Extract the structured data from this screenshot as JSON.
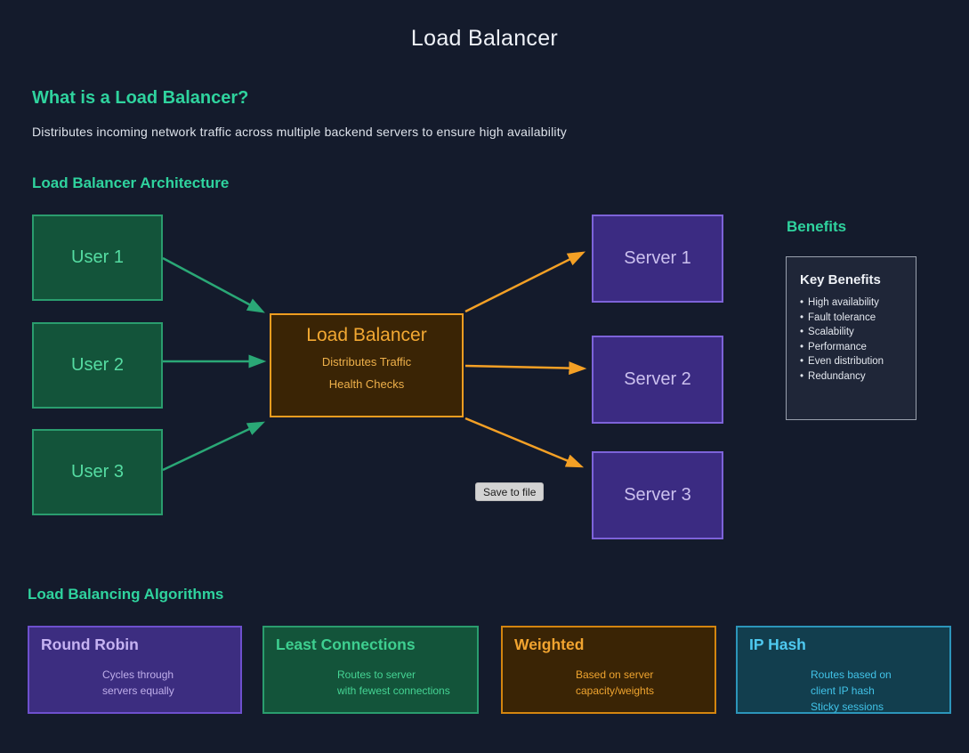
{
  "page": {
    "title": "Load Balancer"
  },
  "intro": {
    "heading": "What is a Load Balancer?",
    "description": "Distributes incoming network traffic across multiple backend servers to ensure high availability"
  },
  "architecture": {
    "heading": "Load Balancer Architecture",
    "users": [
      {
        "label": "User 1"
      },
      {
        "label": "User 2"
      },
      {
        "label": "User 3"
      }
    ],
    "load_balancer": {
      "title": "Load Balancer",
      "lines": [
        "Distributes Traffic",
        "Health Checks"
      ]
    },
    "servers": [
      {
        "label": "Server 1"
      },
      {
        "label": "Server 2"
      },
      {
        "label": "Server 3"
      }
    ],
    "save_button_label": "Save to file"
  },
  "benefits": {
    "heading": "Benefits",
    "panel_title": "Key Benefits",
    "items": [
      "High availability",
      "Fault tolerance",
      "Scalability",
      "Performance",
      "Even distribution",
      "Redundancy"
    ]
  },
  "algorithms": {
    "heading": "Load Balancing Algorithms",
    "cards": [
      {
        "title": "Round Robin",
        "lines": [
          "Cycles through",
          "servers equally"
        ],
        "theme": "purple"
      },
      {
        "title": "Least Connections",
        "lines": [
          "Routes to server",
          "with fewest connections"
        ],
        "theme": "green"
      },
      {
        "title": "Weighted",
        "lines": [
          "Based on server",
          "capacity/weights"
        ],
        "theme": "orange"
      },
      {
        "title": "IP Hash",
        "lines": [
          "Routes based on",
          "client IP hash",
          "Sticky sessions"
        ],
        "theme": "teal"
      }
    ]
  },
  "colors": {
    "background": "#141b2c",
    "heading_green": "#2fd39e",
    "user_node_fill": "#13543a",
    "user_node_border": "#2a9d6e",
    "user_node_text": "#55dca2",
    "lb_node_fill": "#3a2405",
    "lb_node_border": "#ef9d20",
    "lb_node_text": "#f2a832",
    "server_node_fill": "#3b2b82",
    "server_node_border": "#7d63d9",
    "server_node_text": "#cbc0ee",
    "arrow_green": "#2aa876",
    "arrow_orange": "#f4a025",
    "panel_fill": "#1f2638",
    "panel_border": "#99a0ad",
    "teal_fill": "#123e4e",
    "teal_border": "#2c95ba",
    "save_button_bg": "#d3d3d3"
  }
}
